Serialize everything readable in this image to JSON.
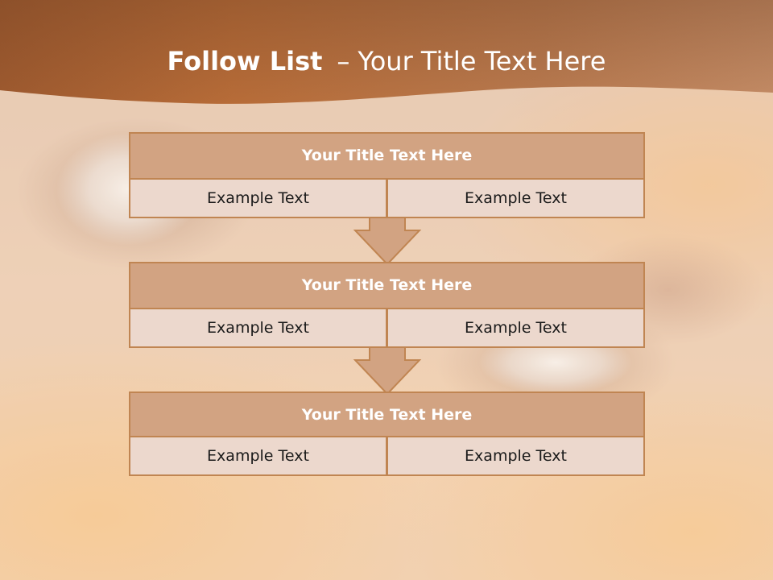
{
  "slide": {
    "title_bold": "Follow List",
    "title_separator": "–",
    "title_rest": "Your Title Text Here"
  },
  "steps": [
    {
      "title": "Your Title Text Here",
      "left": "Example Text",
      "right": "Example Text"
    },
    {
      "title": "Your Title Text Here",
      "left": "Example Text",
      "right": "Example Text"
    },
    {
      "title": "Your Title Text Here",
      "left": "Example Text",
      "right": "Example Text"
    }
  ],
  "colors": {
    "header_band": "#b9703c",
    "box_header": "#d2a382",
    "box_cell": "#ecd8cd",
    "border": "#c08552",
    "arrow": "#d2a382"
  }
}
